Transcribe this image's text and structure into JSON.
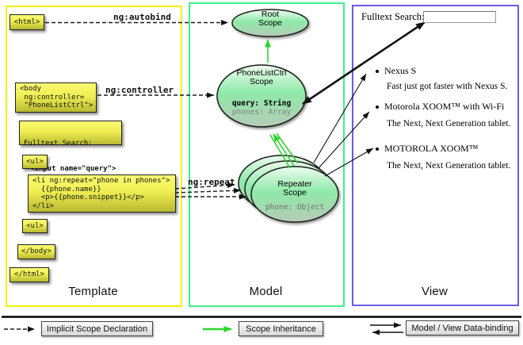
{
  "template": {
    "title": "Template",
    "tags": {
      "html_open": "<html>",
      "body_open": "<body\n ng:controller=\n \"PhoneListCtrl\">",
      "fulltext_label": "Fulltext Search:",
      "fulltext_input": "<input name=\"query\">",
      "ul_open": "<ul>",
      "li_repeat": "<li ng:repeat=\"phone in phones\">\n  {{phone.name}}\n  <p>{{phone.snippet}}</p>\n</li>",
      "ul_close": "<ul>",
      "body_close": "</body>",
      "html_close": "</html>"
    },
    "arrow_labels": {
      "autobind": "ng:autobind",
      "controller": "ng:controller",
      "repeat": "ng:repeat"
    }
  },
  "model": {
    "title": "Model",
    "root_scope": {
      "line1": "Root",
      "line2": "Scope"
    },
    "phonelist_scope": {
      "line1": "PhoneListCtrl",
      "line2": "Scope",
      "prop_query": "query: String",
      "prop_phones": "phones: Array"
    },
    "repeater_scope": {
      "line1": "Repeater",
      "line2": "Scope",
      "prop_phone": "phone: Object"
    }
  },
  "view": {
    "title": "View",
    "search_label": "Fulltext Search:",
    "search_value": "",
    "items": [
      {
        "name": "Nexus S",
        "snippet": "Fast just got faster with Nexus S."
      },
      {
        "name": "Motorola XOOM™ with Wi-Fi",
        "snippet": "The Next, Next Generation tablet."
      },
      {
        "name": "MOTOROLA XOOM™",
        "snippet": "The Next, Next Generation tablet."
      }
    ]
  },
  "legend": {
    "implicit": "Implicit Scope Declaration",
    "inheritance": "Scope Inheritance",
    "binding": "Model / View Data-binding"
  },
  "colors": {
    "template_border": "#f2f200",
    "model_border": "#3ef08e",
    "view_border": "#6b5be8",
    "arrow_green": "#2fd42f",
    "code_box_yellow": "#eeee52",
    "scope_green": "#8fe9a9"
  }
}
